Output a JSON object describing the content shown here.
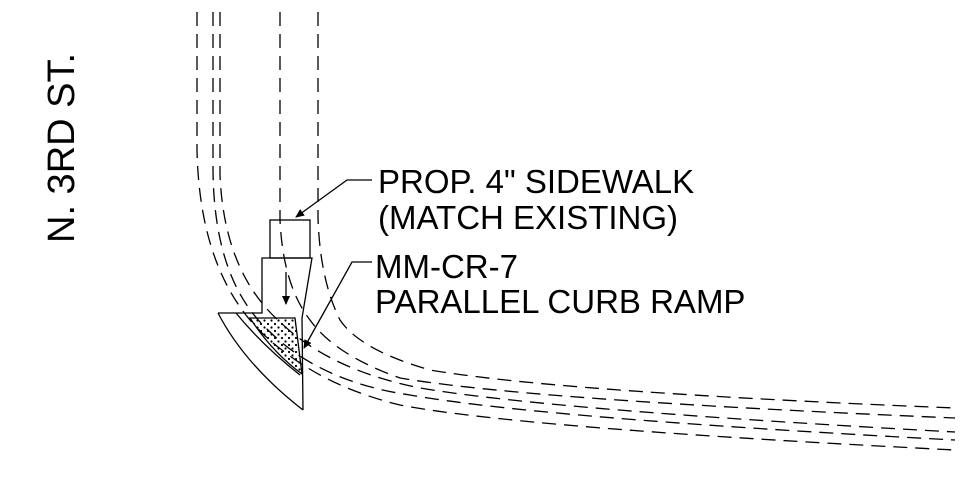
{
  "street_name": "N. 3RD ST.",
  "callouts": {
    "sidewalk": {
      "line1": "PROP. 4\" SIDEWALK",
      "line2": "(MATCH EXISTING)"
    },
    "curb_ramp": {
      "line1": "MM-CR-7",
      "line2": "PARALLEL CURB RAMP"
    }
  },
  "colors": {
    "ink": "#000000",
    "background": "#ffffff"
  }
}
